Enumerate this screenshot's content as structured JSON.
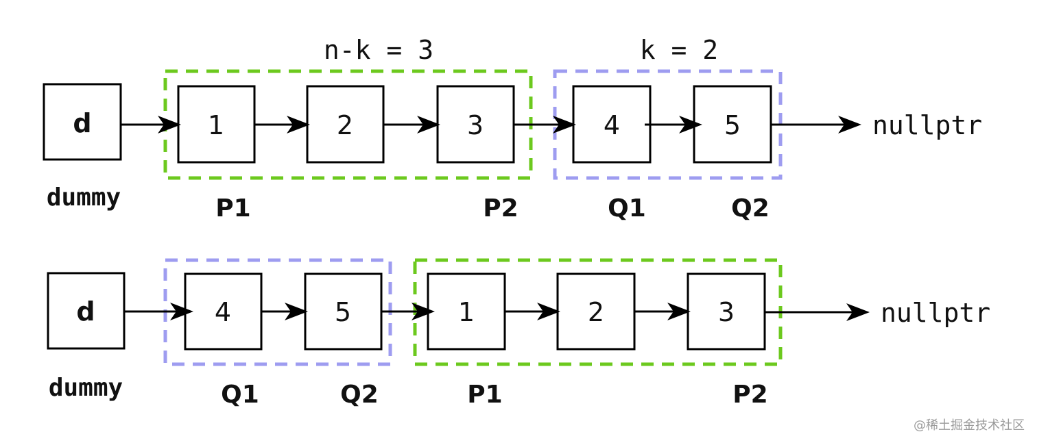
{
  "colors": {
    "green": "#6cc91e",
    "blue": "#9e9cf0",
    "stroke": "#000000"
  },
  "top_row": {
    "dummy_node": "d",
    "dummy_label": "dummy",
    "nodes": [
      "1",
      "2",
      "3",
      "4",
      "5"
    ],
    "group_label_left": "n-k = 3",
    "group_label_right": "k = 2",
    "pointer_labels": [
      "P1",
      "P2",
      "Q1",
      "Q2"
    ],
    "terminal": "nullptr"
  },
  "bottom_row": {
    "dummy_node": "d",
    "dummy_label": "dummy",
    "nodes": [
      "4",
      "5",
      "1",
      "2",
      "3"
    ],
    "pointer_labels": [
      "Q1",
      "Q2",
      "P1",
      "P2"
    ],
    "terminal": "nullptr"
  },
  "watermark": "@稀土掘金技术社区"
}
